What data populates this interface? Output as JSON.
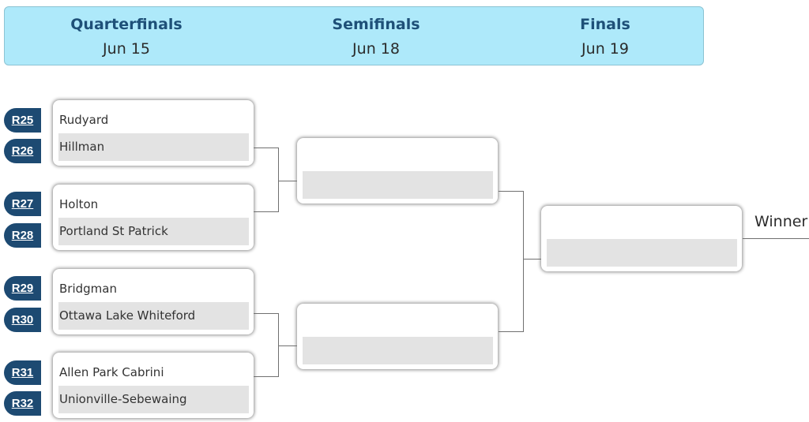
{
  "rounds": [
    {
      "name": "Quarterfinals",
      "date": "Jun 15"
    },
    {
      "name": "Semifinals",
      "date": "Jun 18"
    },
    {
      "name": "Finals",
      "date": "Jun 19"
    }
  ],
  "quarterfinals": [
    {
      "top": {
        "seed": "R25",
        "team": "Rudyard"
      },
      "bottom": {
        "seed": "R26",
        "team": "Hillman"
      }
    },
    {
      "top": {
        "seed": "R27",
        "team": "Holton"
      },
      "bottom": {
        "seed": "R28",
        "team": "Portland St Patrick"
      }
    },
    {
      "top": {
        "seed": "R29",
        "team": "Bridgman"
      },
      "bottom": {
        "seed": "R30",
        "team": "Ottawa Lake Whiteford"
      }
    },
    {
      "top": {
        "seed": "R31",
        "team": "Allen Park Cabrini"
      },
      "bottom": {
        "seed": "R32",
        "team": "Unionville-Sebewaing"
      }
    }
  ],
  "semifinals": [
    {
      "top": {
        "team": ""
      },
      "bottom": {
        "team": ""
      }
    },
    {
      "top": {
        "team": ""
      },
      "bottom": {
        "team": ""
      }
    }
  ],
  "final": {
    "top": {
      "team": ""
    },
    "bottom": {
      "team": ""
    }
  },
  "winner_label": "Winner",
  "colors": {
    "header_bg": "#aee9fa",
    "round_title": "#1e5078",
    "badge_bg": "#1d4a72",
    "slot_alt_bg": "#e3e3e3",
    "connector": "#707070"
  }
}
